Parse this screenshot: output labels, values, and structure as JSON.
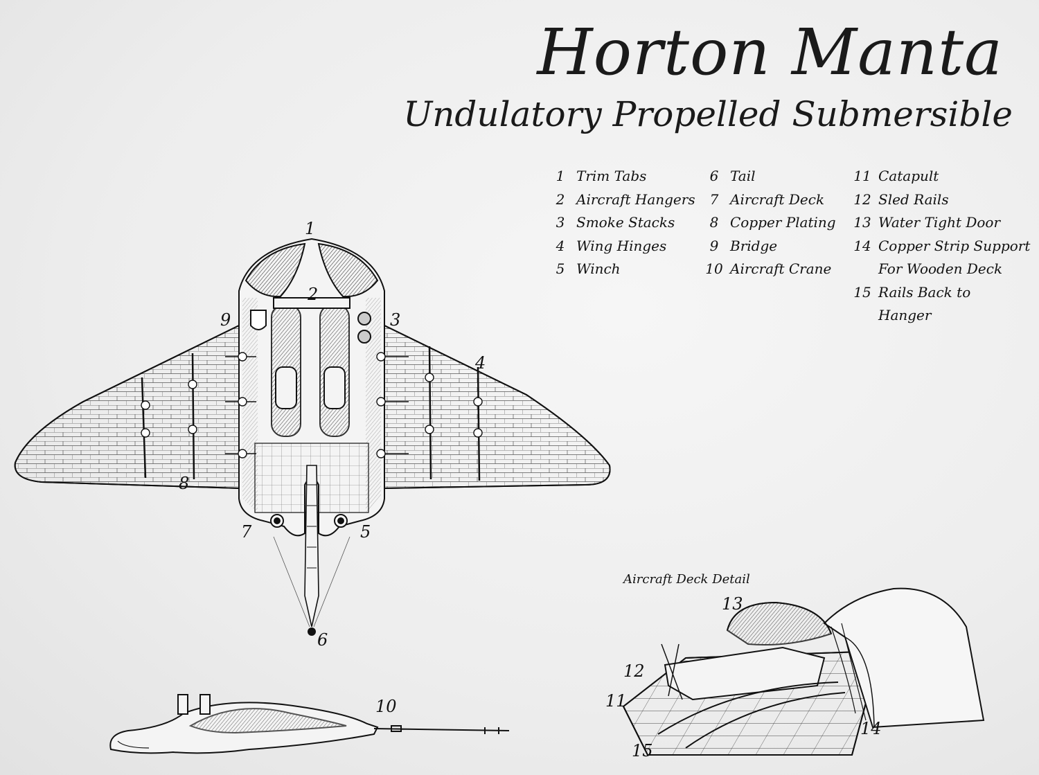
{
  "title": "Horton Manta",
  "subtitle": "Undulatory Propelled Submersible",
  "legend": {
    "col1": [
      {
        "num": "1",
        "label": "Trim Tabs"
      },
      {
        "num": "2",
        "label": "Aircraft Hangers"
      },
      {
        "num": "3",
        "label": "Smoke Stacks"
      },
      {
        "num": "4",
        "label": "Wing Hinges"
      },
      {
        "num": "5",
        "label": "Winch"
      }
    ],
    "col2": [
      {
        "num": "6",
        "label": "Tail"
      },
      {
        "num": "7",
        "label": "Aircraft Deck"
      },
      {
        "num": "8",
        "label": "Copper Plating"
      },
      {
        "num": "9",
        "label": "Bridge"
      },
      {
        "num": "10",
        "label": "Aircraft Crane"
      }
    ],
    "col3": [
      {
        "num": "11",
        "label": "Catapult"
      },
      {
        "num": "12",
        "label": "Sled Rails"
      },
      {
        "num": "13",
        "label": "Water Tight Door"
      },
      {
        "num": "14",
        "label": "Copper Strip Support",
        "label2": "For Wooden Deck"
      },
      {
        "num": "15",
        "label": "Rails Back to",
        "label2": "Hanger"
      }
    ]
  },
  "callouts": {
    "c1": "1",
    "c2": "2",
    "c3": "3",
    "c4": "4",
    "c5": "5",
    "c6": "6",
    "c7": "7",
    "c8": "8",
    "c9": "9",
    "c10": "10",
    "c11": "11",
    "c12": "12",
    "c13": "13",
    "c14": "14",
    "c15": "15"
  },
  "deck_caption": "Aircraft Deck Detail"
}
